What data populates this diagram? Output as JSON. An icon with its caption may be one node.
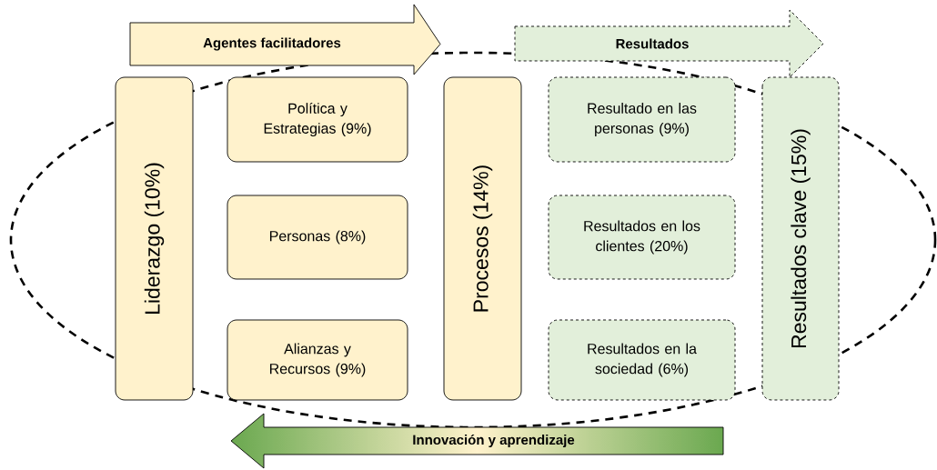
{
  "diagram": {
    "nodes": [
      {
        "text": [
          "Agentes facilitadores"
        ]
      },
      {
        "text": [
          "Resultados"
        ]
      },
      {
        "text": [
          "Liderazgo (10%)"
        ]
      },
      {
        "text": [
          "Política y Estrategias (9%)"
        ]
      },
      {
        "text": [
          "Personas (8%)"
        ]
      },
      {
        "text": [
          "Alianzas y Recursos (9%)"
        ]
      },
      {
        "text": [
          "Procesos (14%)"
        ]
      },
      {
        "text": [
          "Resultado en las personas (9%)"
        ]
      },
      {
        "text": [
          "Resultados en los clientes (20%)"
        ]
      },
      {
        "text": [
          "Resultados en la sociedad (6%)"
        ]
      },
      {
        "text": [
          "Resultados clave (15%)"
        ]
      },
      {
        "text": [
          "Innovación y aprendizaje"
        ]
      }
    ],
    "edges": []
  }
}
